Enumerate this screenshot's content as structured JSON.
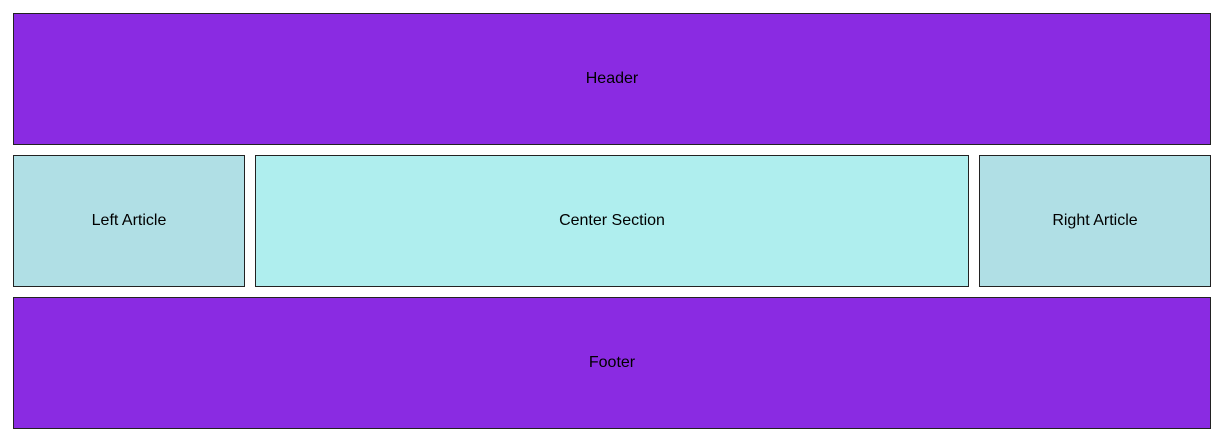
{
  "header": {
    "label": "Header"
  },
  "left_article": {
    "label": "Left Article"
  },
  "center_section": {
    "label": "Center Section"
  },
  "right_article": {
    "label": "Right Article"
  },
  "footer": {
    "label": "Footer"
  },
  "colors": {
    "header_footer": "#8a2be2",
    "articles": "#b0dfe5",
    "center": "#afeeee",
    "border": "#222222"
  }
}
